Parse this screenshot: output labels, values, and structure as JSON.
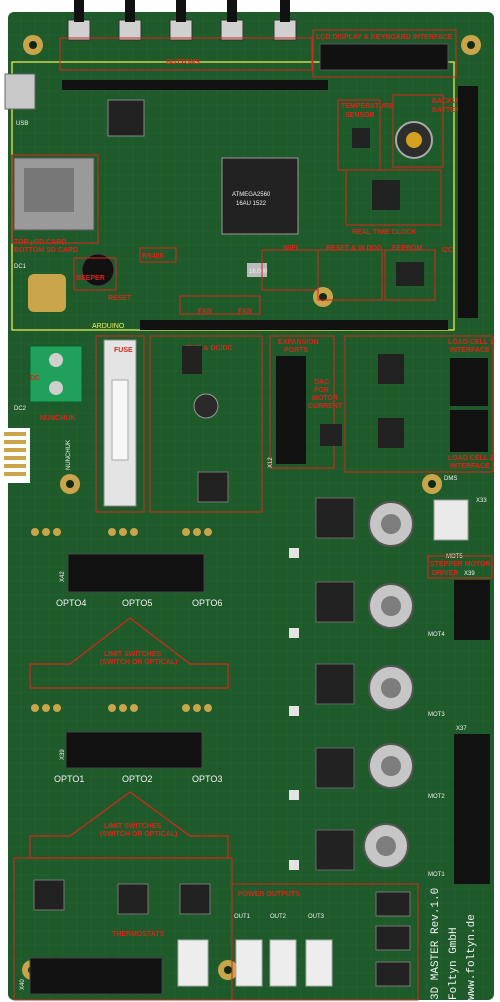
{
  "labels": {
    "buttons": "BUTTONS",
    "lcd": "LCD DISPLAY & KEYBOARD INTERFACE",
    "usb": "USB",
    "temp_sensor_1": "TEMPERATURE",
    "temp_sensor_2": "SENSOR",
    "backup_1": "BACKUP",
    "backup_2": "BATTERY",
    "rtc": "REAL TIME CLOCK",
    "usd_1": "TOP μSD CARD",
    "usd_2": "BOTTOM SD CARD",
    "beeper": "BEEPER",
    "rs485": "RS485",
    "reset": "RESET",
    "wifi": "WIFI",
    "reset_watchdog": "RESET & W.DOG",
    "eeprom": "EEPROM",
    "i2c": "I2C",
    "fan_1": "FAN",
    "fan_2": "FAN",
    "arduino": "ARDUINO",
    "dc1": "DC1",
    "dc2": "DC2",
    "dc": "DC",
    "nunchuk": "NUNCHUK",
    "nunchuk_v": "NUNCHUK",
    "fuse": "FUSE",
    "emc": "EMC & DC/DC",
    "expansion_1": "EXPANSION",
    "expansion_2": "PORTS",
    "dac_1": "DAC",
    "dac_2": "FOR",
    "dac_3": "MOTOR",
    "dac_4": "CURRENT",
    "load1_1": "LOAD CELL 1",
    "load1_2": "INTERFACE",
    "load2_1": "LOAD CELL 2",
    "load2_2": "INTERFACE",
    "dms": "DMS",
    "mot5": "MOT5",
    "stepper_1": "STEPPER MOTOR",
    "stepper_2": "DRIVER",
    "x39": "X39",
    "mot4": "MOT4",
    "mot3": "MOT3",
    "mot2": "MOT2",
    "mot1": "MOT1",
    "opto4": "OPTO4",
    "opto5": "OPTO5",
    "opto6": "OPTO6",
    "opto1": "OPTO1",
    "opto2": "OPTO2",
    "opto3": "OPTO3",
    "limit_a1": "LIMIT SWITCHES",
    "limit_a2": "(SWITCH OR OPTICAL)",
    "limit_b1": "LIMIT SWITCHES",
    "limit_b2": "(SWITCH OR OPTICAL)",
    "thermostats": "THERMOSTATS",
    "power_outputs": "POWER OUTPUTS",
    "out1": "OUT1",
    "out2": "OUT2",
    "out3": "OUT3",
    "x42": "X42",
    "x39b": "X39",
    "x40": "X40",
    "x37": "X37",
    "x33": "X33",
    "x12": "X12",
    "chip_main_1": "ATMEGA2560",
    "chip_main_2": "16AU 1522",
    "crystal": "16.000",
    "brand": "3D MASTER Rev.1.0",
    "company": "Foltyn GmbH",
    "website": "www.foltyn.de"
  },
  "colors": {
    "pcb": "#1f5a2a",
    "highlight": "#d8261b",
    "silk": "#f2f2f2",
    "arduino_outline": "#f6f25a",
    "gold": "#c9a44a"
  }
}
